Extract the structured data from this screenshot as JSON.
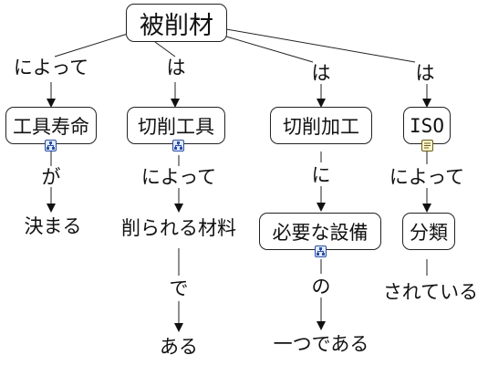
{
  "root": {
    "label": "被削材"
  },
  "edges_from_root": [
    {
      "label": "によって"
    },
    {
      "label": "は"
    },
    {
      "label": "は"
    },
    {
      "label": "は"
    }
  ],
  "branches": [
    {
      "concept": "工具寿命",
      "link1": "が",
      "phrase1": "決まる"
    },
    {
      "concept": "切削工具",
      "link1": "によって",
      "phrase1": "削られる材料",
      "link2": "で",
      "phrase2": "ある"
    },
    {
      "concept": "切削加工",
      "link1": "に",
      "concept2": "必要な設備",
      "link2": "の",
      "phrase2": "一つである"
    },
    {
      "concept": "ISO",
      "link1": "によって",
      "concept2": "分類",
      "link2": "されている"
    }
  ],
  "icons": {
    "submap": "sitemap-icon",
    "note": "note-icon"
  }
}
